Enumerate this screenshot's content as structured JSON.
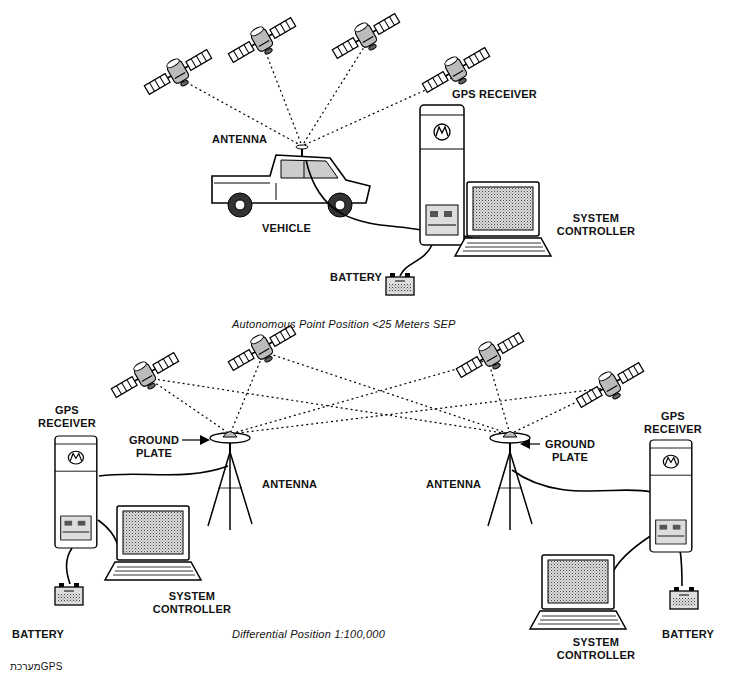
{
  "diagram": {
    "labels": [
      "ANTENNA",
      "GPS RECEIVER",
      "SYSTEM CONTROLLER",
      "VEHICLE",
      "BATTERY",
      "Autonomous Point Position <25 Meters SEP",
      "GPS RECEIVER",
      "GROUND PLATE",
      "ANTENNA",
      "GROUND PLATE",
      "ANTENNA",
      "GPS RECEIVER",
      "SYSTEM CONTROLLER",
      "BATTERY",
      "Differential Position 1:100,000",
      "SYSTEM CONTROLLER",
      "BATTERY",
      "מערכתGPS"
    ]
  }
}
